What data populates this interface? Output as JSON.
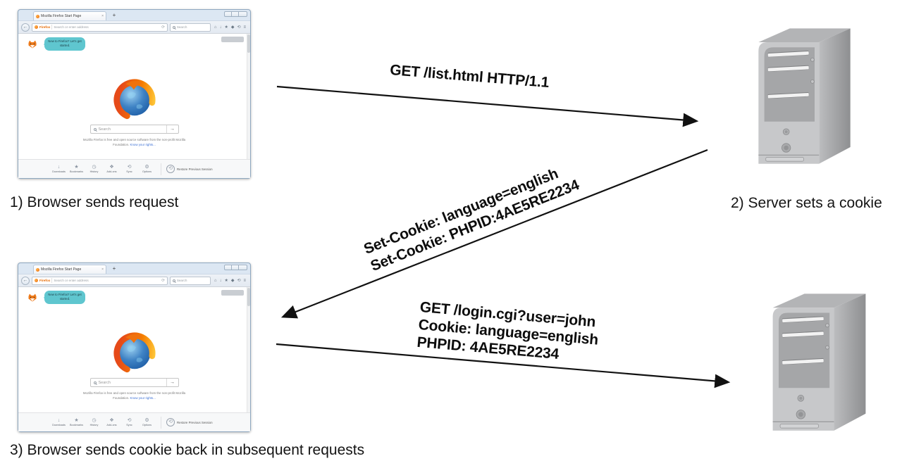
{
  "steps": {
    "step1_label": "1) Browser sends request",
    "step2_label": "2) Server sets a cookie",
    "step3_label": "3) Browser sends cookie back in subsequent requests"
  },
  "messages": {
    "request1": "GET /list.html HTTP/1.1",
    "set_cookie_line1": "Set-Cookie: language=english",
    "set_cookie_line2": "Set-Cookie: PHPID:4AE5RE2234",
    "request2_line1": "GET /login.cgi?user=john",
    "request2_line2": "Cookie: language=english",
    "request2_line3": "PHPID: 4AE5RE2234"
  },
  "browser": {
    "tab_title": "Mozilla Firefox Start Page",
    "tab_close": "×",
    "new_tab_button": "+",
    "back_glyph": "←",
    "urlbar_brand": "Firefox",
    "urlbar_placeholder": "Search or enter address",
    "reload_glyph": "⟳",
    "searchbar_placeholder": "Search",
    "nav_icons": [
      {
        "name": "home",
        "glyph": "⌂"
      },
      {
        "name": "downloads",
        "glyph": "↓"
      },
      {
        "name": "bookmark",
        "glyph": "★"
      },
      {
        "name": "shield",
        "glyph": "◆"
      },
      {
        "name": "sync",
        "glyph": "⟲"
      },
      {
        "name": "menu",
        "glyph": "≡"
      }
    ],
    "bubble_text": "New to Firefox? Let's get started.",
    "center_search_placeholder": "Search",
    "center_search_go": "→",
    "footer_line1": "Mozilla Firefox is free and open source software from the non-profit Mozilla",
    "footer_line2_prefix": "Foundation. ",
    "footer_link": "Know your rights...",
    "toolbar_items": [
      {
        "glyph": "↓",
        "label": "Downloads"
      },
      {
        "glyph": "★",
        "label": "Bookmarks"
      },
      {
        "glyph": "◷",
        "label": "History"
      },
      {
        "glyph": "❖",
        "label": "Add-ons"
      },
      {
        "glyph": "⟲",
        "label": "Sync"
      },
      {
        "glyph": "⚙",
        "label": "Options"
      }
    ],
    "restore_session": {
      "glyph": "⟲",
      "label": "Restore Previous Session"
    }
  },
  "colors": {
    "arrow": "#111111",
    "bubble_teal": "#5fc6cf",
    "brand_orange": "#e66a00",
    "link_blue": "#3b6fd4",
    "server_front": "#c7c8ca",
    "server_side_dark": "#8e8f91",
    "window_chrome_blue": "#dce7f3"
  }
}
